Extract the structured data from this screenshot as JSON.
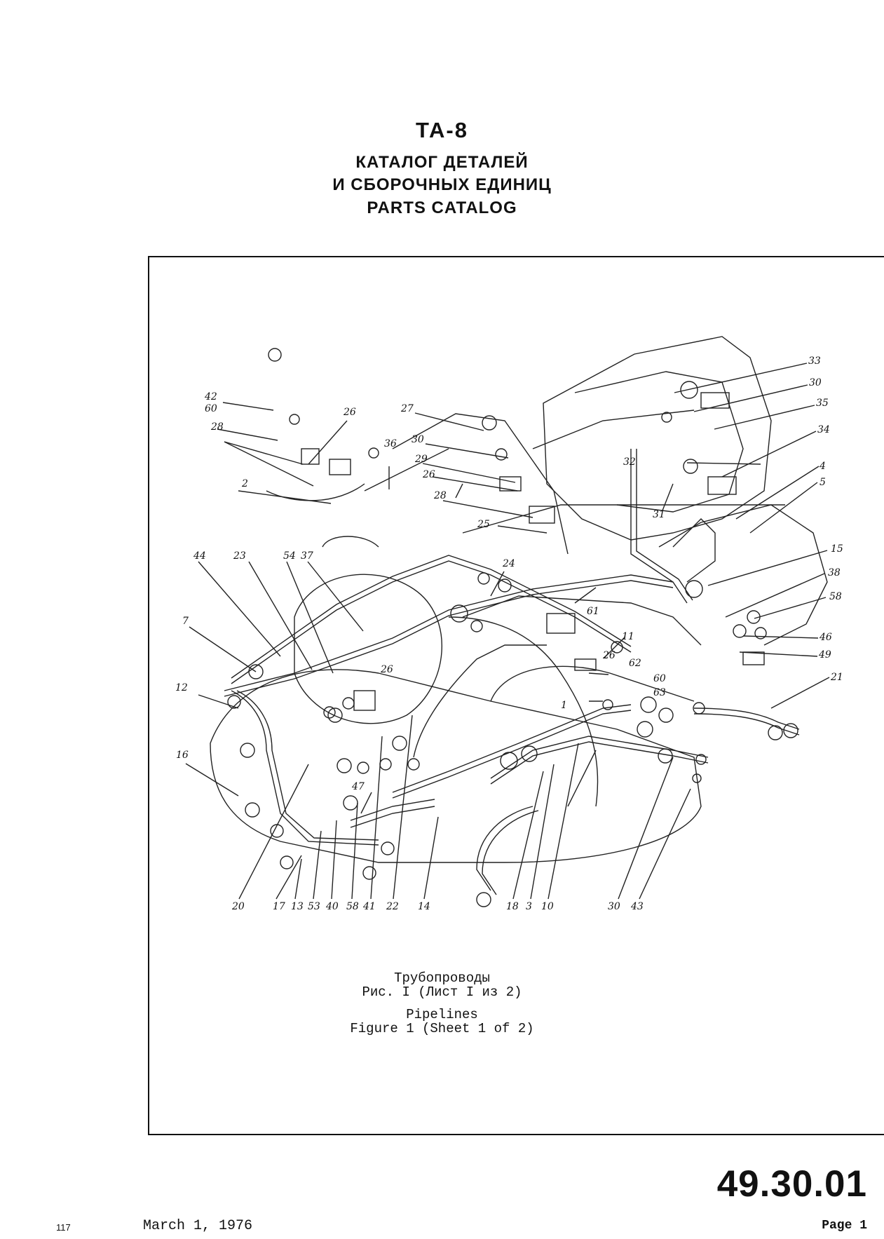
{
  "header": {
    "model": "ТА-8",
    "title_ru_line1": "КАТАЛОГ ДЕТАЛЕЙ",
    "title_ru_line2": "И СБОРОЧНЫХ ЕДИНИЦ",
    "title_en": "PARTS CATALOG"
  },
  "callouts": {
    "c42": "42",
    "c60a": "60",
    "c28a": "28",
    "c26a": "26",
    "c2": "2",
    "c36": "36",
    "c27": "27",
    "c30a": "30",
    "c29": "29",
    "c26b": "26",
    "c28b": "28",
    "c25": "25",
    "c33": "33",
    "c30b": "30",
    "c35": "35",
    "c34": "34",
    "c32": "32",
    "c31": "31",
    "c4": "4",
    "c5": "5",
    "c15": "15",
    "c38": "38",
    "c58a": "58",
    "c46": "46",
    "c49": "49",
    "c44": "44",
    "c23": "23",
    "c54": "54",
    "c37": "37",
    "c24": "24",
    "c61": "61",
    "c7": "7",
    "c12": "12",
    "c26c": "26",
    "c11": "11",
    "c26d": "26",
    "c62": "62",
    "c60b": "60",
    "c63": "63",
    "c21": "21",
    "c16": "16",
    "c47": "47",
    "c1": "1",
    "b20": "20",
    "b17": "17",
    "b13": "13",
    "b53": "53",
    "b40": "40",
    "b58": "58",
    "b41": "41",
    "b22": "22",
    "b14": "14",
    "b18": "18",
    "b3": "3",
    "b10": "10",
    "b30": "30",
    "b43": "43"
  },
  "caption": {
    "ru_line1": "Трубопроводы",
    "ru_line2": "Рис. I (Лист I из 2)",
    "en_line1": "Pipelines",
    "en_line2": "Figure 1 (Sheet 1 of 2)"
  },
  "footer": {
    "page_number": "117",
    "date": "March 1, 1976",
    "section": "49.30.01",
    "page_label": "Page 1"
  }
}
